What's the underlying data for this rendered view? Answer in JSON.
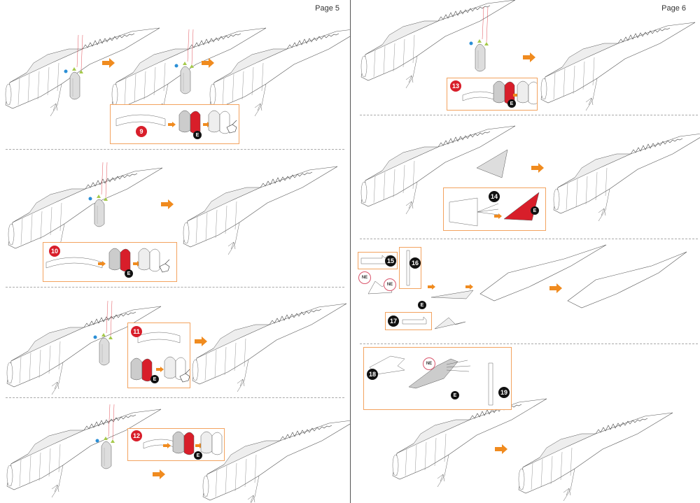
{
  "pages": [
    {
      "label": "Page 5",
      "steps": [
        "9",
        "10",
        "11",
        "12"
      ]
    },
    {
      "label": "Page 6",
      "steps": [
        "13",
        "14",
        "15",
        "16",
        "17",
        "18",
        "19"
      ]
    }
  ],
  "markers": {
    "e": "E",
    "ne": "NE"
  },
  "colors": {
    "arrow": "#f08b1f",
    "part": "#d81e2a",
    "callout_border": "#f3a35f",
    "dot": "#2b8fd6",
    "tab": "#a6c94a"
  }
}
